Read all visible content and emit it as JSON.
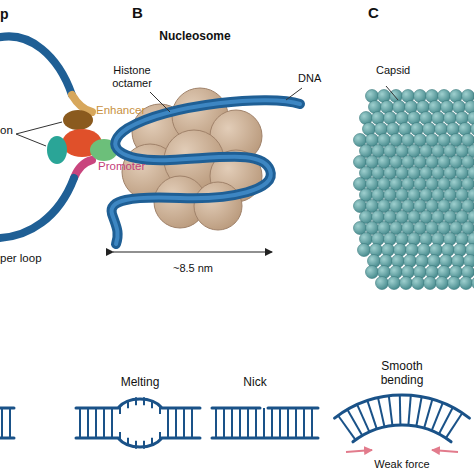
{
  "diagram": {
    "labels": [
      "p",
      "B",
      "Nucleosome",
      "C",
      "Enhancer",
      "on",
      "Promoter",
      "Histone octamer",
      "DNA",
      "Capsid",
      "per loop",
      "~8.5 nm",
      "Melting",
      "Nick",
      "Smooth bending",
      "Weak force"
    ]
  }
}
